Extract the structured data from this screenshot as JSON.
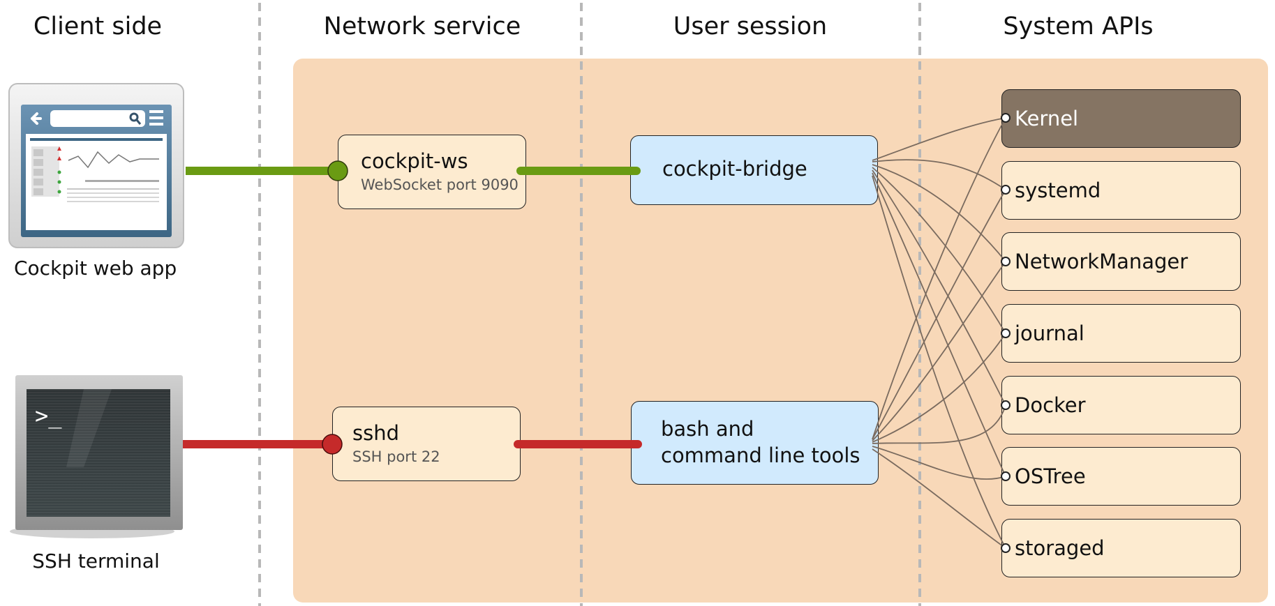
{
  "columns": {
    "client": "Client side",
    "network": "Network service",
    "session": "User session",
    "system": "System APIs"
  },
  "client": {
    "web_app_label": "Cockpit web app",
    "ssh_terminal_label": "SSH terminal",
    "terminal_prompt": ">_"
  },
  "network": {
    "cockpit_ws": {
      "title": "cockpit-ws",
      "subtitle": "WebSocket port 9090"
    },
    "sshd": {
      "title": "sshd",
      "subtitle": "SSH port 22"
    }
  },
  "session": {
    "bridge": {
      "title": "cockpit-bridge"
    },
    "bash": {
      "line1": "bash and",
      "line2": "command line tools"
    }
  },
  "system_apis": [
    "Kernel",
    "systemd",
    "NetworkManager",
    "journal",
    "Docker",
    "OSTree",
    "storaged"
  ],
  "colors": {
    "green_link": "#6a9b13",
    "red_link": "#c52a2a",
    "kernel_box": "#857463",
    "panel": "#f8d8b8",
    "service_box": "#fdebd0",
    "session_box": "#d1eafd"
  }
}
